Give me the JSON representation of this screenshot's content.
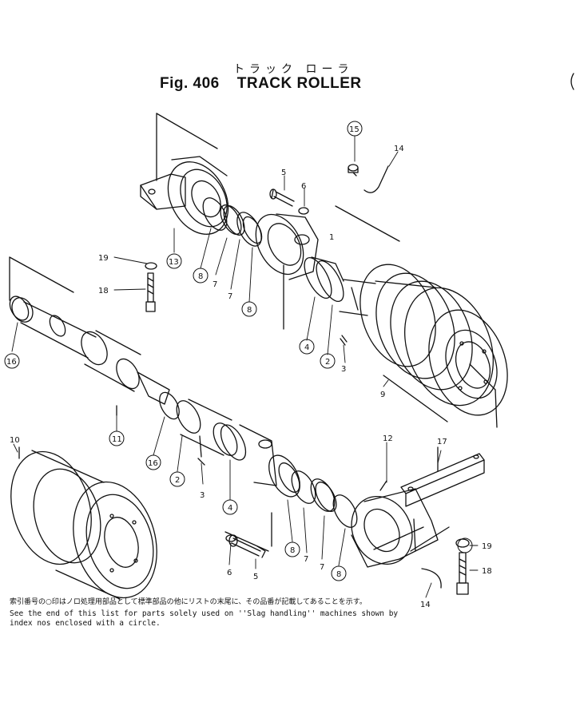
{
  "title": {
    "jp": "トラック ローラ",
    "fig": "Fig. 406",
    "name": "TRACK ROLLER"
  },
  "callouts": {
    "c1": "1",
    "c2a": "2",
    "c2b": "2",
    "c3a": "3",
    "c3b": "3",
    "c4a": "4",
    "c4b": "4",
    "c5a": "5",
    "c5b": "5",
    "c6a": "6",
    "c6b": "6",
    "c7a": "7",
    "c7b": "7",
    "c7c": "7",
    "c7d": "7",
    "c8a": "8",
    "c8b": "8",
    "c8c": "8",
    "c8d": "8",
    "c9": "9",
    "c10": "10",
    "c11": "11",
    "c12": "12",
    "c13": "13",
    "c14a": "14",
    "c14b": "14",
    "c15": "15",
    "c16a": "16",
    "c16b": "16",
    "c17": "17",
    "c18a": "18",
    "c18b": "18",
    "c19a": "19",
    "c19b": "19"
  },
  "notes": {
    "jp": "索引番号の○印はノロ処理用部品として標準部品の他にリストの末尾に、その品番が記載してあることを示す。",
    "en1": "See the end of this list for parts solely used on ''Slag handling'' machines shown by",
    "en2": "index nos enclosed with a circle."
  }
}
